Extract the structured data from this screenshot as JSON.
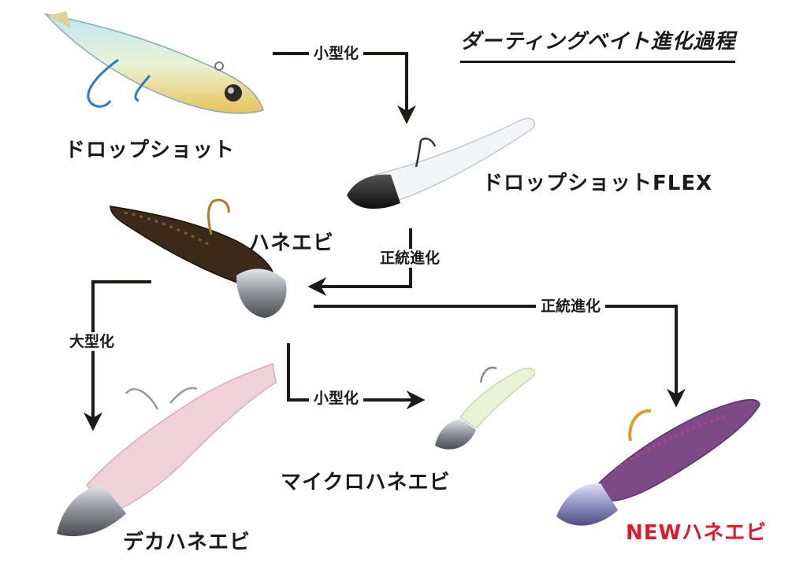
{
  "title": "ダーティングベイト進化過程",
  "nodes": {
    "drop_shot": "ドロップショット",
    "drop_shot_flex": "ドロップショットFLEX",
    "hane_ebi": "ハネエビ",
    "deka_hane_ebi": "デカハネエビ",
    "micro_hane_ebi": "マイクロハネエビ",
    "new_hane_ebi": "NEWハネエビ"
  },
  "edges": {
    "drop_to_flex": "小型化",
    "flex_to_hane": "正統進化",
    "hane_to_new": "正統進化",
    "hane_to_deka": "大型化",
    "hane_to_micro": "小型化"
  },
  "colors": {
    "text": "#1a1a1a",
    "accent_red": "#e0182b",
    "arrow": "#1f1a1a"
  }
}
